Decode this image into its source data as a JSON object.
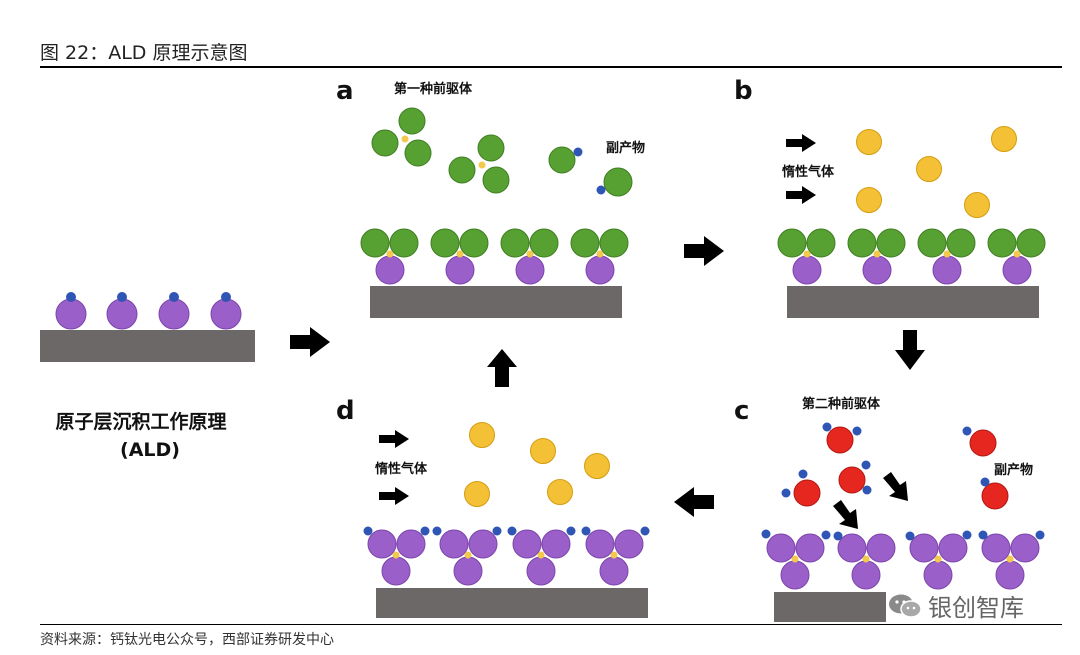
{
  "figure_title": "图 22：ALD 原理示意图",
  "left_caption_line1": "原子层沉积工作原理",
  "left_caption_line2": "(ALD)",
  "panel_letters": {
    "a": "a",
    "b": "b",
    "c": "c",
    "d": "d"
  },
  "labels": {
    "first_precursor": "第一种前驱体",
    "second_precursor": "第二种前驱体",
    "byproduct_a": "副产物",
    "byproduct_c": "副产物",
    "inert_gas_b": "惰性气体",
    "inert_gas_d": "惰性气体"
  },
  "source": "资料来源：钙钛光电公众号，西部证券研发中心",
  "watermark": "银创智库",
  "colors": {
    "substrate": "#6d6868",
    "purple_atom": "#9a5fc9",
    "blue_ligand": "#2f55b5",
    "green_atom": "#57a032",
    "yellow_bond": "#f2c94c",
    "gold_gas": "#f4c136",
    "red_atom": "#e52720",
    "arrow": "#000000"
  }
}
